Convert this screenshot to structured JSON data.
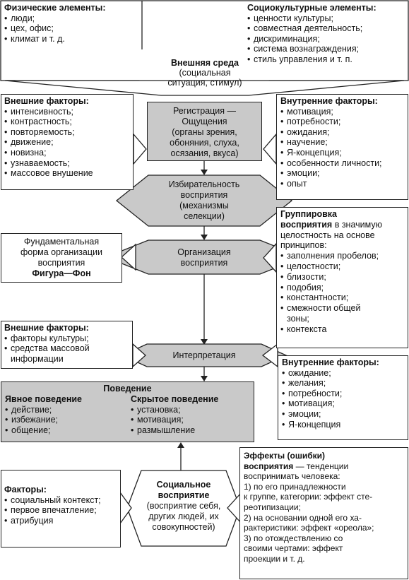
{
  "physical": {
    "title": "Физические элементы:",
    "items": [
      "люди;",
      "цех, офис;",
      "климат и т. д."
    ]
  },
  "sociocultural": {
    "title": "Социокультурные элементы:",
    "items": [
      "ценности культуры;",
      "совместная деятельность;",
      "дискриминация;",
      "система вознаграждения;",
      "стиль управления и т. п."
    ]
  },
  "environment": {
    "title": "Внешняя среда",
    "subtitle_1": "(социальная",
    "subtitle_2": "ситуация, стимул)"
  },
  "external_factors_1": {
    "title": "Внешние факторы:",
    "items": [
      "интенсивность;",
      "контрастность;",
      "повторяемость;",
      "движение;",
      "новизна;",
      "узнаваемость;",
      "массовое внушение"
    ]
  },
  "registration": {
    "line_1": "Регистрация —",
    "line_2": "Ощущения",
    "line_3": "(органы зрения,",
    "line_4": "обоняния, слуха,",
    "line_5": "осязания, вкуса)"
  },
  "internal_factors_1": {
    "title": "Внутренние факторы:",
    "items": [
      "мотивация;",
      "потребности;",
      "ожидания;",
      "научение;",
      "Я-концепция;",
      "особенности личности;",
      "эмоции;",
      "опыт"
    ]
  },
  "selectivity": {
    "line_1": "Избирательность",
    "line_2": "восприятия",
    "line_3": "(механизмы",
    "line_4": "селекции)"
  },
  "fundamental": {
    "line_1": "Фундаментальная",
    "line_2": "форма организации",
    "line_3": "восприятия",
    "line_4": "Фигура—Фон"
  },
  "organization": {
    "line_1": "Организация",
    "line_2": "восприятия"
  },
  "grouping": {
    "title_1": "Группировка",
    "title_2": "восприятия",
    "text_1": "в значимую",
    "text_2": "целостность на основе",
    "text_3": "принципов:",
    "items": [
      "заполнения пробелов;",
      "целостности;",
      "близости;",
      "подобия;",
      "константности;",
      "смежности общей",
      "контекста"
    ],
    "continuation": "зоны;"
  },
  "external_factors_2": {
    "title": "Внешние факторы:",
    "items": [
      "факторы культуры;",
      "средства массовой"
    ],
    "continuation": "информации"
  },
  "interpretation": {
    "label": "Интерпретация"
  },
  "internal_factors_2": {
    "title": "Внутренние факторы:",
    "items": [
      "ожидание;",
      "желания;",
      "потребности;",
      "мотивация;",
      "эмоции;",
      "Я-концепция"
    ]
  },
  "behavior": {
    "title": "Поведение",
    "explicit_title": "Явное поведение",
    "explicit_items": [
      "действие;",
      "избежание;",
      "общение;"
    ],
    "hidden_title": "Скрытое поведение",
    "hidden_items": [
      "установка;",
      "мотивация;",
      "размышление"
    ]
  },
  "factors": {
    "title": "Факторы:",
    "items": [
      "социальный контекст;",
      "первое впечатление;",
      "атрибуция"
    ]
  },
  "social_perception": {
    "title_1": "Социальное",
    "title_2": "восприятие",
    "text_1": "(восприятие себя,",
    "text_2": "других людей, их",
    "text_3": "совокупностей)"
  },
  "effects": {
    "title_1": "Эффекты (ошибки)",
    "title_2": "восприятия",
    "text_1": " — тенденции",
    "lines": [
      "воспринимать человека:",
      "1) по его принадлежности",
      "к группе, категории: эффект сте-",
      "реотипизации;",
      "2) на основании одной его ха-",
      "рактеристики: эффект «ореола»;",
      "3) по отождествлению со",
      "своими чертами: эффект",
      "проекции и т. д."
    ]
  }
}
